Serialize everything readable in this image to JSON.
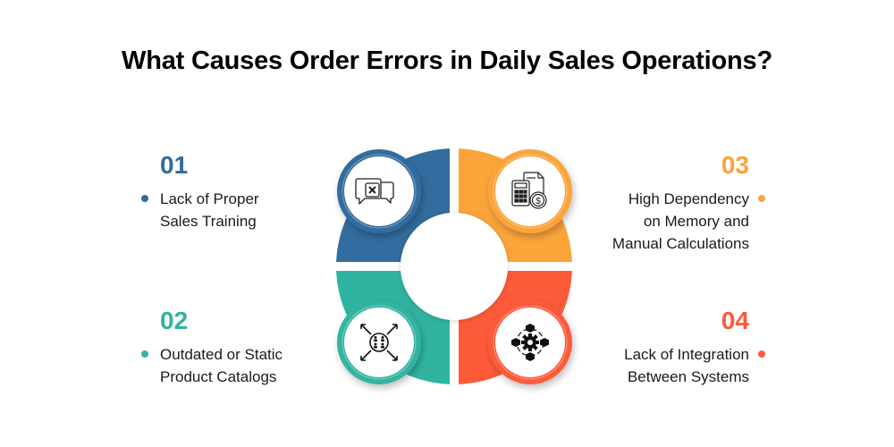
{
  "title": "What Causes Order Errors in Daily Sales Operations?",
  "colors": {
    "blue": "#336C9E",
    "orange": "#FBA43A",
    "teal": "#30B4A0",
    "red": "#FD5A3A"
  },
  "items": [
    {
      "number": "01",
      "lines": [
        "Lack of Proper",
        "Sales Training"
      ],
      "color": "#336C9E",
      "icon": "chat-cancel-icon",
      "position": "top-left"
    },
    {
      "number": "02",
      "lines": [
        "Outdated or Static",
        "Product Catalogs"
      ],
      "color": "#30B4A0",
      "icon": "expand-team-icon",
      "position": "bottom-left"
    },
    {
      "number": "03",
      "lines": [
        "High Dependency",
        "on Memory and",
        "Manual Calculations"
      ],
      "color": "#FBA43A",
      "icon": "calculator-invoice-icon",
      "position": "top-right"
    },
    {
      "number": "04",
      "lines": [
        "Lack of Integration",
        "Between Systems"
      ],
      "color": "#FD5A3A",
      "icon": "gear-network-icon",
      "position": "bottom-right"
    }
  ]
}
